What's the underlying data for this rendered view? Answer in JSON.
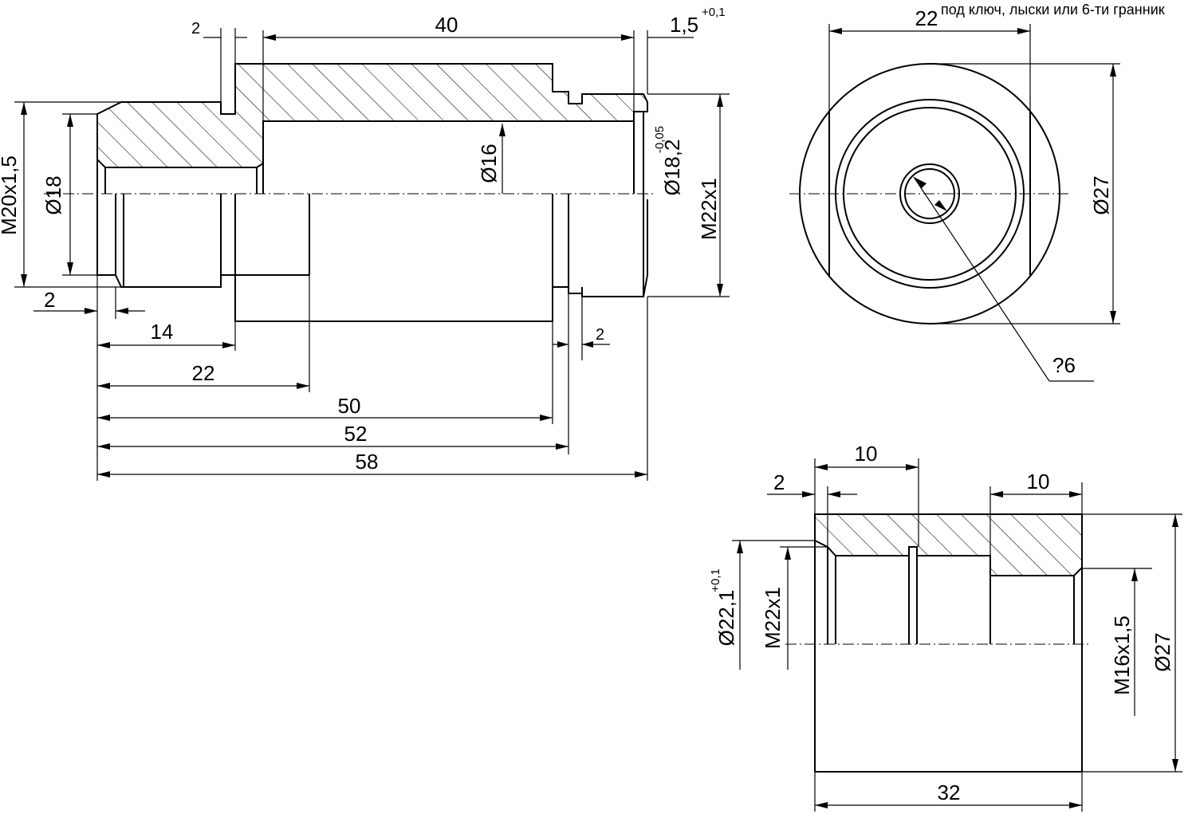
{
  "side_view": {
    "dims": {
      "groove_2_top": "2",
      "len_40": "40",
      "len_1_5": "1,5",
      "len_1_5_tol": "+0,1",
      "dia_m20": "M20x1,5",
      "dia_18": "Ø18",
      "dia_16": "Ø16",
      "dia_18_2": "Ø18,2",
      "dia_18_2_tol": "-0,05",
      "dia_m22": "M22x1",
      "chamfer_2_left": "2",
      "len_14": "14",
      "len_22": "22",
      "len_50": "50",
      "len_52": "52",
      "len_58": "58",
      "groove_2_right": "2"
    }
  },
  "end_view": {
    "dims": {
      "flat_22": "22",
      "flat_note": "под ключ, лыски или 6-ти гранник",
      "dia_27": "Ø27",
      "hole_6": "?6"
    }
  },
  "nut_view": {
    "dims": {
      "len_10_left": "10",
      "chamfer_2": "2",
      "len_10_right": "10",
      "dia_22_1": "Ø22,1",
      "dia_22_1_tol": "+0,1",
      "dia_m22": "M22x1",
      "dia_m16": "M16x1,5",
      "dia_27": "Ø27",
      "len_32": "32"
    }
  }
}
